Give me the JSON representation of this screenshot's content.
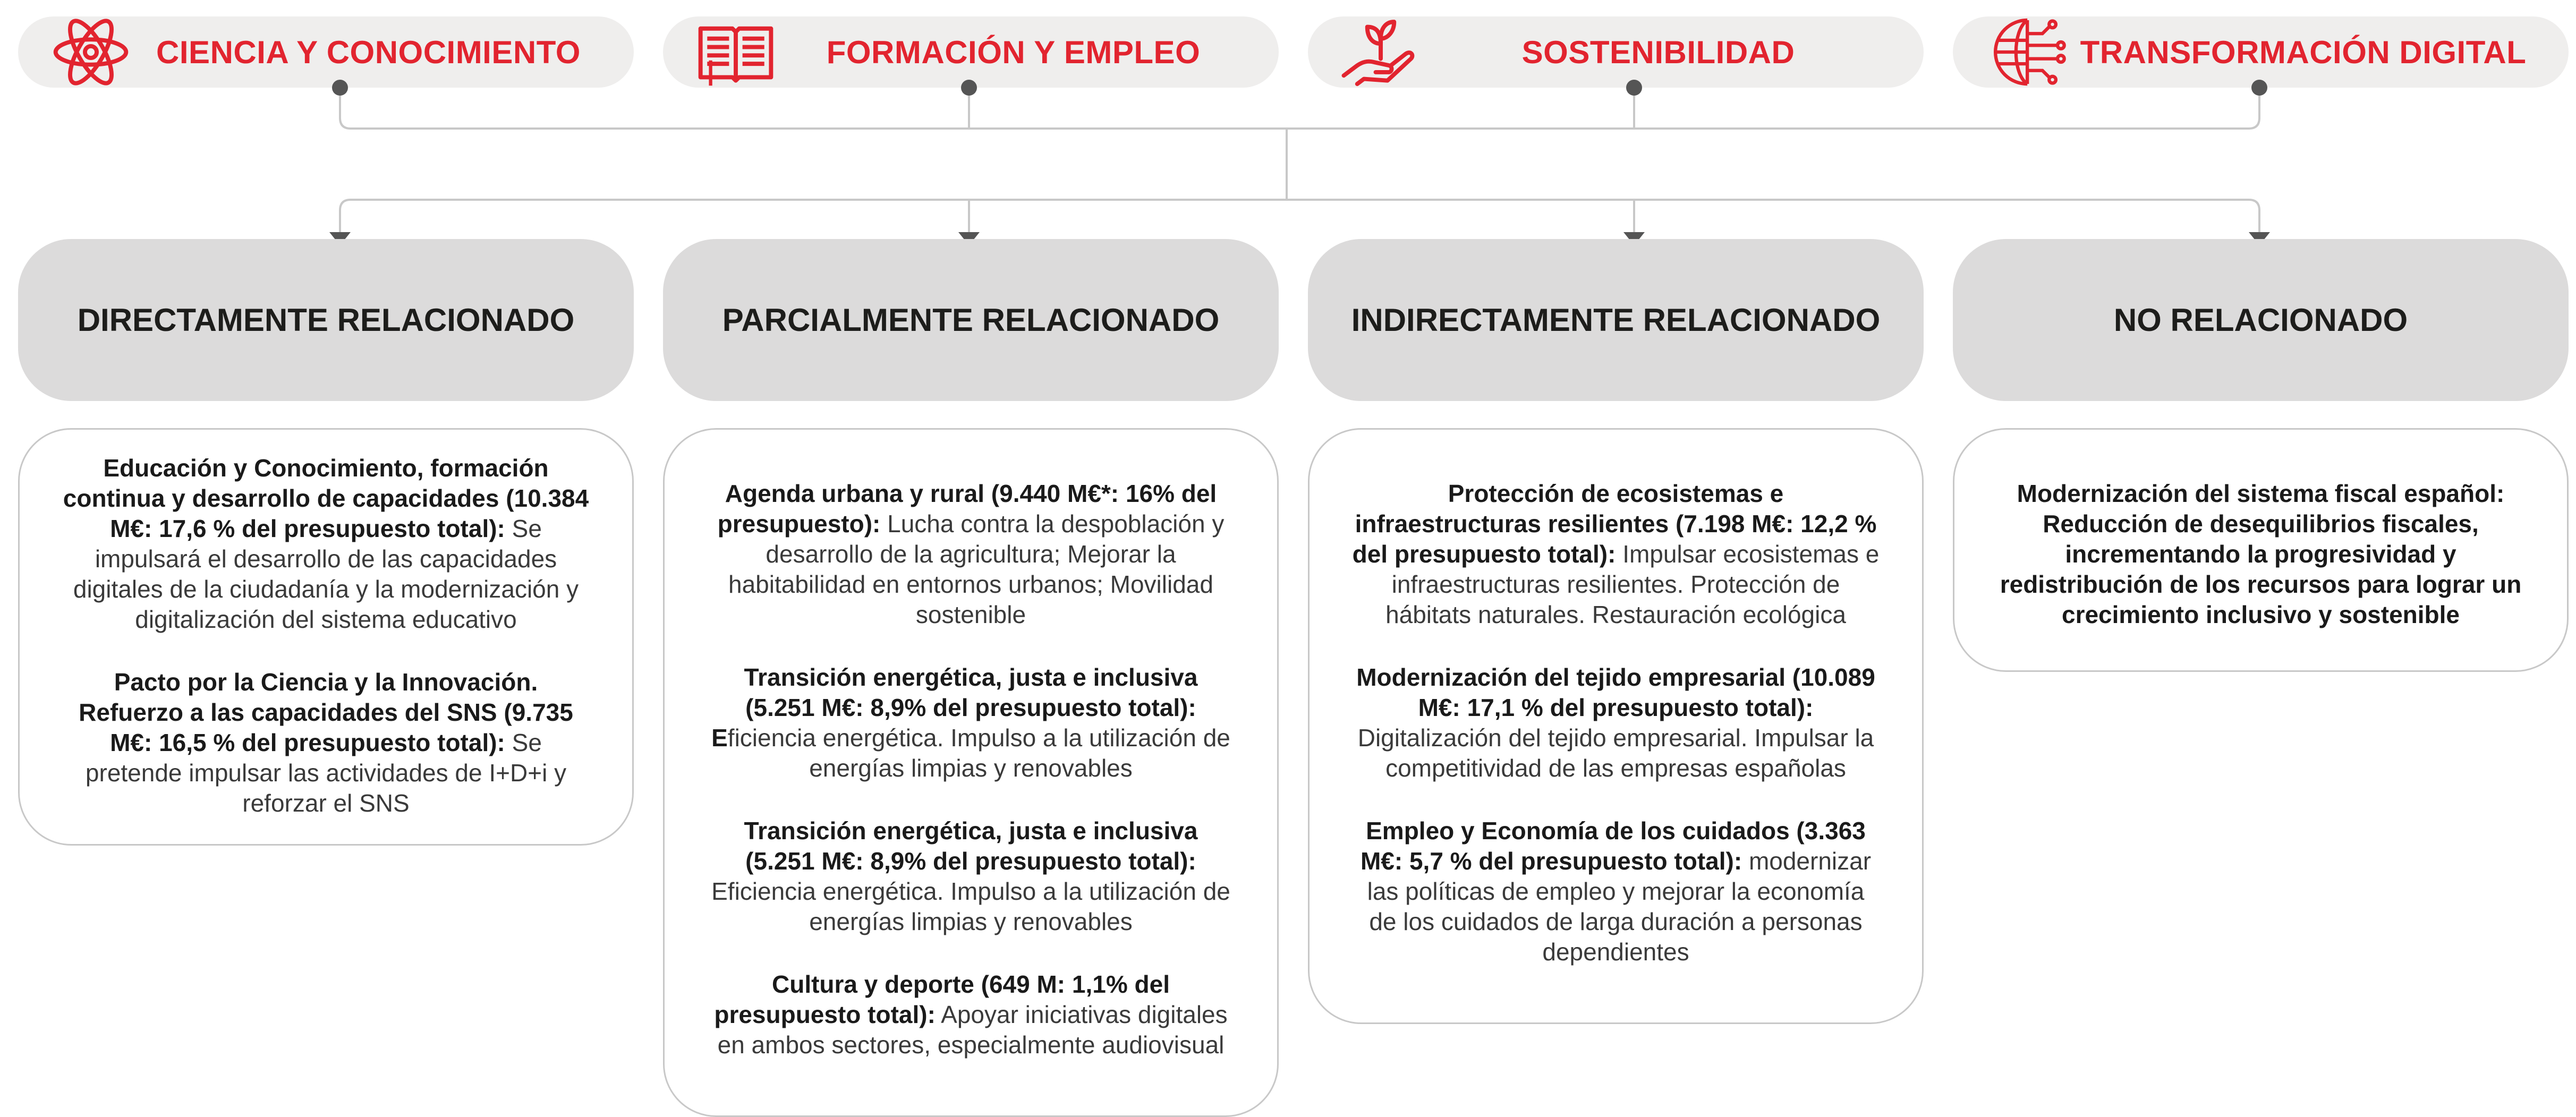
{
  "colors": {
    "accent": "#e2242f",
    "pill_background": "#efeeed",
    "header_background": "#dcdbdb",
    "connector": "#c8c8c8",
    "dot": "#555555"
  },
  "pillars": [
    {
      "label": "CIENCIA Y CONOCIMIENTO",
      "icon": "atom-icon"
    },
    {
      "label": "FORMACIÓN Y EMPLEO",
      "icon": "open-book-icon"
    },
    {
      "label": "SOSTENIBILIDAD",
      "icon": "hand-sprout-icon"
    },
    {
      "label": "TRANSFORMACIÓN DIGITAL",
      "icon": "digital-globe-icon"
    }
  ],
  "categories": [
    {
      "title": "DIRECTAMENTE RELACIONADO",
      "entries": [
        {
          "bold": "Educación y Conocimiento, formación continua y desarrollo de capacidades (10.384 M€: 17,6 % del presupuesto total):",
          "text": " Se impulsará el desarrollo de las capacidades digitales de la ciudadanía y la modernización y digitalización del sistema educativo"
        },
        {
          "bold": "Pacto por la Ciencia y la Innovación. Refuerzo a las capacidades del SNS (9.735 M€: 16,5 % del presupuesto total):",
          "text": " Se pretende impulsar las actividades de I+D+i y reforzar el SNS"
        }
      ]
    },
    {
      "title": "PARCIALMENTE RELACIONADO",
      "entries": [
        {
          "bold": "Agenda urbana y rural (9.440 M€*: 16% del presupuesto):",
          "text": " Lucha contra la despoblación y desarrollo de la agricultura; Mejorar la habitabilidad en entornos urbanos; Movilidad sostenible"
        },
        {
          "bold": "Transición energética, justa e inclusiva (5.251 M€: 8,9% del presupuesto total): E",
          "text": "ficiencia energética. Impulso a la utilización de energías limpias y renovables"
        },
        {
          "bold": "Transición energética, justa e inclusiva (5.251 M€: 8,9% del presupuesto total):",
          "text": " Eficiencia energética. Impulso a la utilización de energías limpias y renovables"
        },
        {
          "bold": "Cultura y deporte (649 M: 1,1% del presupuesto total):",
          "text": " Apoyar iniciativas digitales en ambos sectores, especialmente audiovisual"
        }
      ]
    },
    {
      "title": "INDIRECTAMENTE RELACIONADO",
      "entries": [
        {
          "bold": "Protección de ecosistemas e infraestructuras resilientes (7.198 M€: 12,2 % del presupuesto total):",
          "text": " Impulsar ecosistemas e infraestructuras resilientes. Protección de hábitats naturales. Restauración ecológica"
        },
        {
          "bold": "Modernización del tejido empresarial (10.089 M€: 17,1 % del presupuesto total):",
          "text": " Digitalización del tejido empresarial. Impulsar la competitividad de las empresas españolas"
        },
        {
          "bold": "Empleo y Economía de los cuidados (3.363 M€: 5,7 % del presupuesto total):",
          "text": " modernizar las políticas de empleo y mejorar la economía de los cuidados de larga duración a personas dependientes"
        }
      ]
    },
    {
      "title": "NO RELACIONADO",
      "entries": [
        {
          "bold": "Modernización del sistema fiscal español: Reducción de desequilibrios fiscales, incrementando la progresividad y redistribución de los recursos para lograr un crecimiento inclusivo y sostenible",
          "text": ""
        }
      ]
    }
  ]
}
